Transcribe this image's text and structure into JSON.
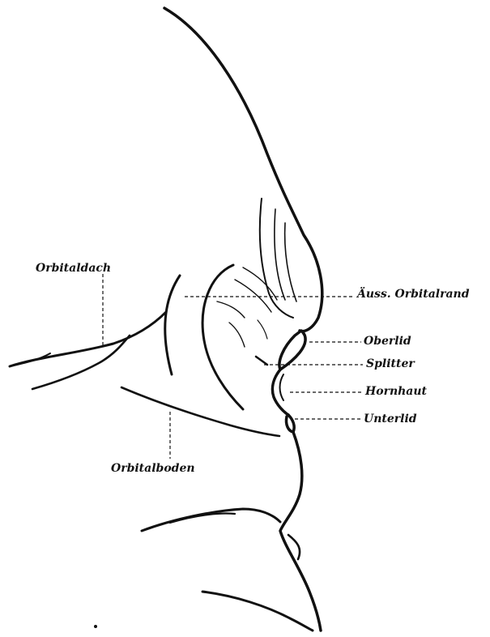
{
  "labels": {
    "orbitaldach": "Orbitaldach",
    "auss_orbitalrand": "Äuss. Orbitalrand",
    "oberlid": "Oberlid",
    "splitter": "Splitter",
    "hornhaut": "Hornhaut",
    "unterlid": "Unterlid",
    "orbitalboden": "Orbitalboden"
  }
}
